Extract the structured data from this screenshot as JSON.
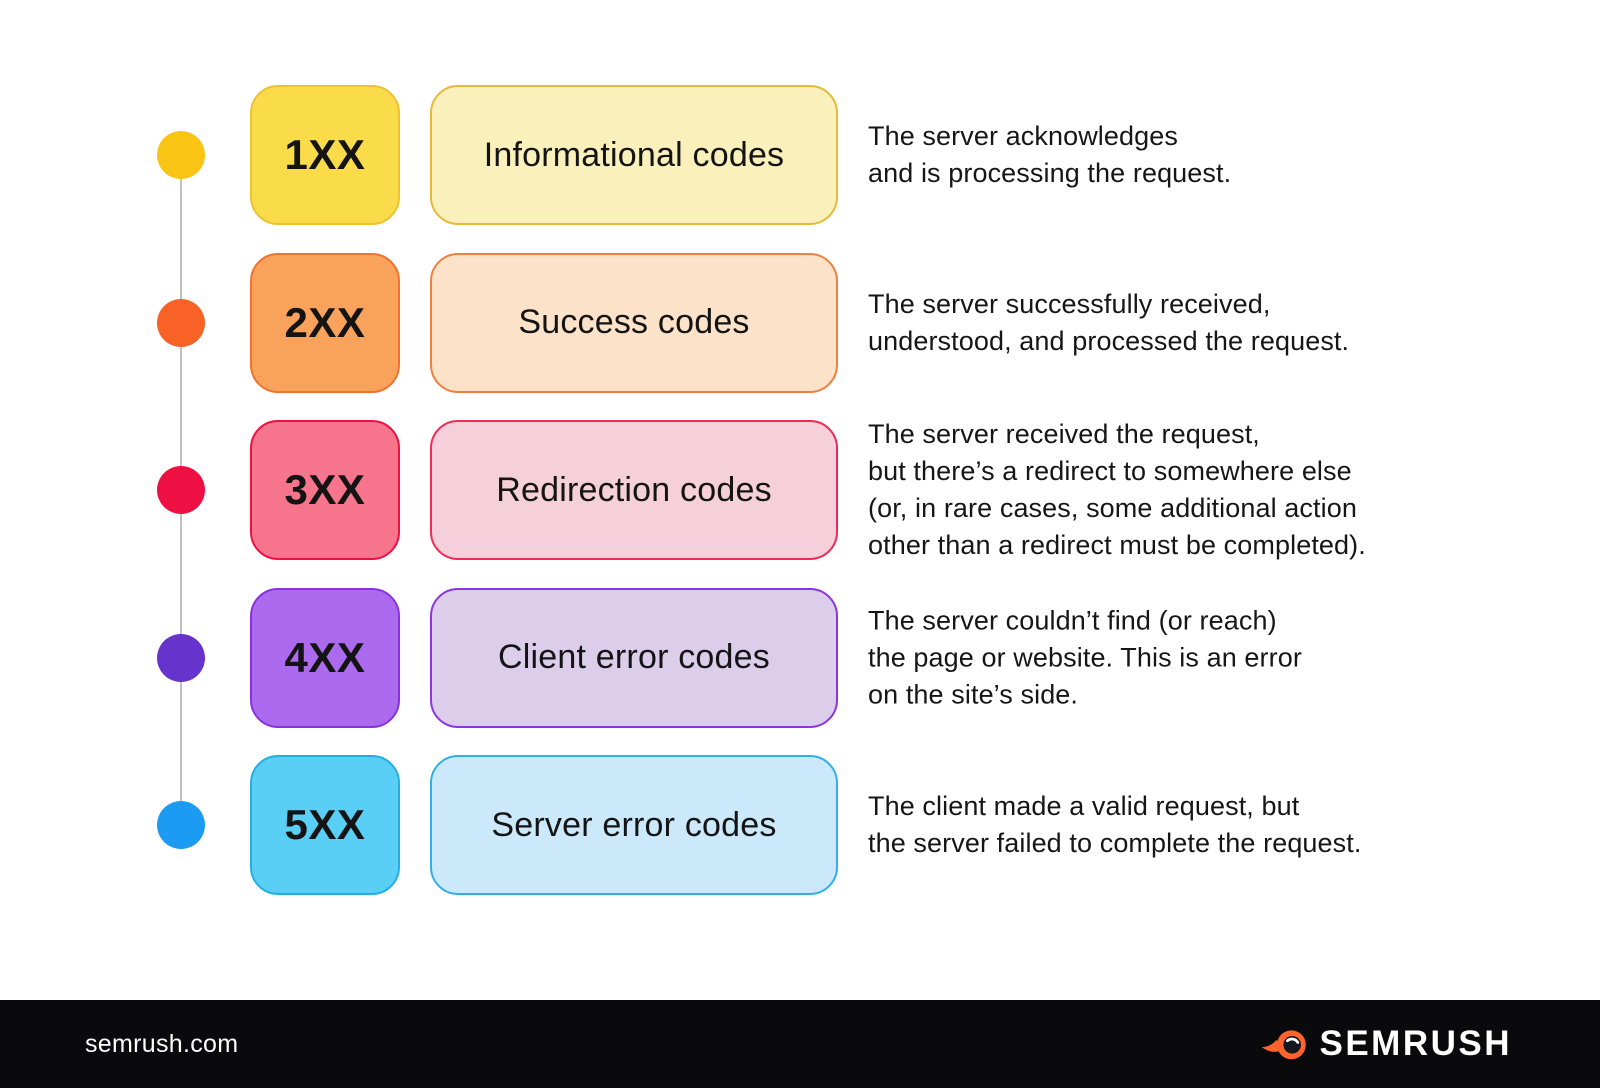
{
  "page": {
    "background": "#ffffff"
  },
  "timeline": {
    "line_color": "#c2c2c2"
  },
  "rows": [
    {
      "code": "1XX",
      "label": "Informational codes",
      "description": "The server acknowledges\nand is processing the request.",
      "dot_color": "#F9C413",
      "badge_bg": "#FADC4B",
      "badge_border": "#ECC32F",
      "box_bg": "#FAF0BC",
      "box_border": "#E7BA37"
    },
    {
      "code": "2XX",
      "label": "Success codes",
      "description": "The server successfully received,\nunderstood, and processed the request.",
      "dot_color": "#F96227",
      "badge_bg": "#F9A25B",
      "badge_border": "#F1722E",
      "box_bg": "#FBE2C9",
      "box_border": "#EF803D"
    },
    {
      "code": "3XX",
      "label": "Redirection codes",
      "description": "The server received the request,\nbut there’s a redirect to somewhere else\n(or, in rare cases, some additional action\nother than a redirect must be completed).",
      "dot_color": "#EF1043",
      "badge_bg": "#F7758C",
      "badge_border": "#EF0F41",
      "box_bg": "#F5CFDA",
      "box_border": "#EF2B55"
    },
    {
      "code": "4XX",
      "label": "Client error codes",
      "description": "The server couldn’t find (or reach)\nthe page or website. This is an error\non the site’s side.",
      "dot_color": "#6733CD",
      "badge_bg": "#AC6AEF",
      "badge_border": "#8930E0",
      "box_bg": "#DCCDEB",
      "box_border": "#8C35DE"
    },
    {
      "code": "5XX",
      "label": "Server error codes",
      "description": "The client made a valid request, but\nthe server failed to complete the request.",
      "dot_color": "#1B9CF2",
      "badge_bg": "#59CFF5",
      "badge_border": "#23AEE4",
      "box_bg": "#CBE9FA",
      "box_border": "#2FB0E8"
    }
  ],
  "layout": {
    "row_top_start": 85,
    "row_spacing": 167.5
  },
  "footer": {
    "site": "semrush.com",
    "brand": "SEMRUSH",
    "bar_color": "#0A0A0C",
    "brand_orange": "#FF642D",
    "icon_inner": "#16161F"
  }
}
